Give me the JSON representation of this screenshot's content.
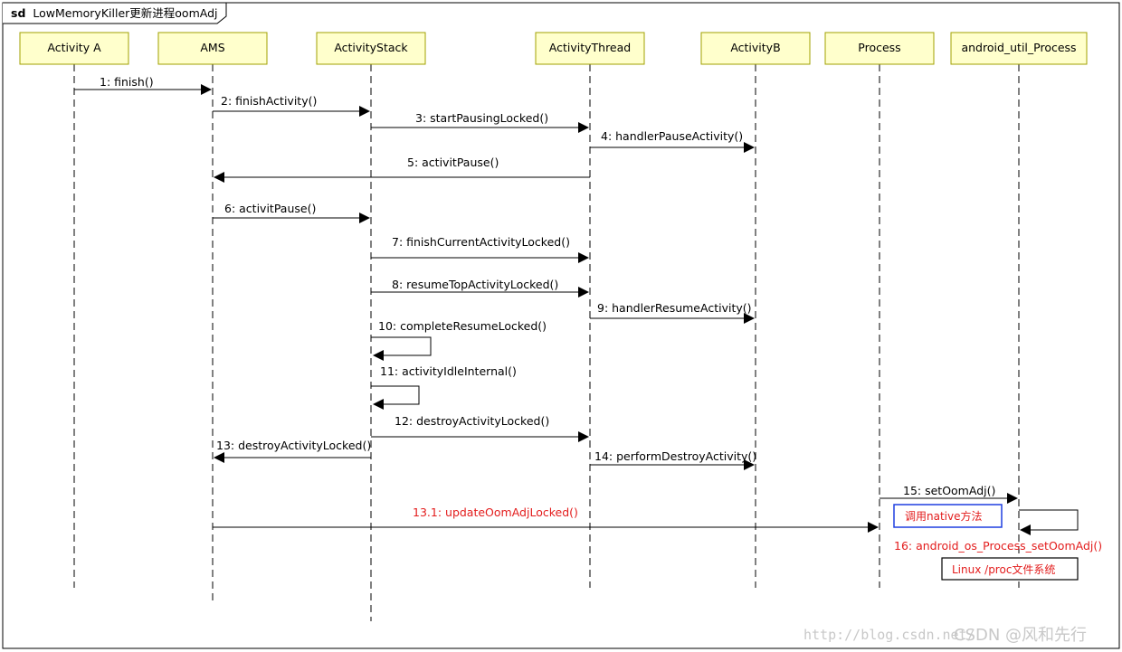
{
  "frame": {
    "keyword": "sd",
    "title": "LowMemoryKiller更新进程oomAdj"
  },
  "participants": [
    {
      "id": "activityA",
      "label": "Activity A"
    },
    {
      "id": "ams",
      "label": "AMS"
    },
    {
      "id": "activityStack",
      "label": "ActivityStack"
    },
    {
      "id": "activityThread",
      "label": "ActivityThread"
    },
    {
      "id": "activityB",
      "label": "ActivityB"
    },
    {
      "id": "process",
      "label": "Process"
    },
    {
      "id": "androidUtilProcess",
      "label": "android_util_Process"
    }
  ],
  "messages": [
    {
      "label": "1: finish()",
      "from": "activityA",
      "to": "ams",
      "color": "#000000"
    },
    {
      "label": "2: finishActivity()",
      "from": "ams",
      "to": "activityStack",
      "color": "#000000"
    },
    {
      "label": "3: startPausingLocked()",
      "from": "activityStack",
      "to": "activityThread",
      "color": "#000000"
    },
    {
      "label": "4: handlerPauseActivity()",
      "from": "activityThread",
      "to": "activityB",
      "color": "#000000"
    },
    {
      "label": "5: activitPause()",
      "from": "activityThread",
      "to": "ams",
      "color": "#000000"
    },
    {
      "label": "6: activitPause()",
      "from": "ams",
      "to": "activityStack",
      "color": "#000000"
    },
    {
      "label": "7: finishCurrentActivityLocked()",
      "from": "activityStack",
      "to": "activityThread",
      "color": "#000000"
    },
    {
      "label": "8: resumeTopActivityLocked()",
      "from": "activityStack",
      "to": "activityThread",
      "color": "#000000"
    },
    {
      "label": "9: handlerResumeActivity()",
      "from": "activityThread",
      "to": "activityB",
      "color": "#000000"
    },
    {
      "label": "10: completeResumeLocked()",
      "from": "activityStack",
      "to": "activityStack",
      "color": "#000000"
    },
    {
      "label": "11: activityIdleInternal()",
      "from": "activityStack",
      "to": "activityStack",
      "color": "#000000"
    },
    {
      "label": "12: destroyActivityLocked()",
      "from": "activityStack",
      "to": "activityThread",
      "color": "#000000"
    },
    {
      "label": "13: destroyActivityLocked()",
      "from": "activityStack",
      "to": "ams",
      "color": "#000000"
    },
    {
      "label": "14: performDestroyActivity()",
      "from": "activityThread",
      "to": "activityB",
      "color": "#000000"
    },
    {
      "label": "15: setOomAdj()",
      "from": "process",
      "to": "androidUtilProcess",
      "color": "#000000"
    },
    {
      "label": "13.1: updateOomAdjLocked()",
      "from": "ams",
      "to": "process",
      "color": "#e31c1c"
    },
    {
      "label": "16: android_os_Process_setOomAdj()",
      "from": "androidUtilProcess",
      "to": "androidUtilProcess",
      "color": "#e31c1c"
    }
  ],
  "notes": [
    {
      "label": "调用native方法",
      "border_color": "#1f3fe0",
      "text_color": "#e31c1c"
    },
    {
      "label": "Linux /proc文件系统",
      "border_color": "#000000",
      "text_color": "#e31c1c"
    }
  ],
  "watermark": {
    "url": "http://blog.csdn.net/",
    "brand": "CSDN @风和先行"
  },
  "colors": {
    "head_fill": "#ffffcc",
    "head_border": "#a0a000",
    "message": "#000000",
    "highlight": "#e31c1c",
    "note_blue": "#1f3fe0"
  }
}
